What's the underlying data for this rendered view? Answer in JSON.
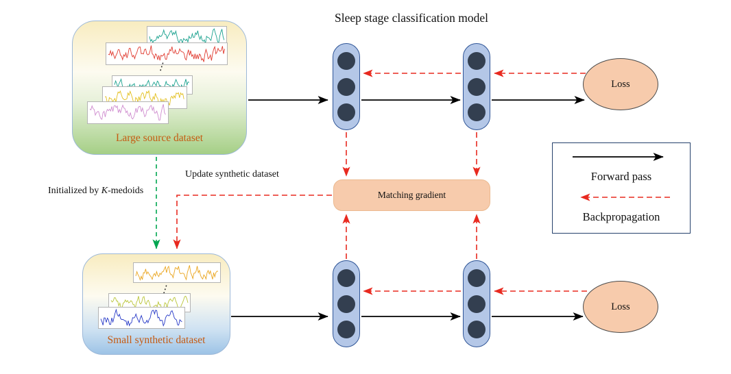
{
  "title": "Sleep stage classification model",
  "colors": {
    "forward": "#000000",
    "backprop": "#e8291f",
    "init": "#00a650",
    "node_fill": "#b4c7e7",
    "node_border": "#2f5597",
    "neuron": "#333f50",
    "peach": "#f7cbac",
    "dataset_label": "#c55a11"
  },
  "source_dataset": {
    "label": "Large source dataset",
    "ellipsis": "⋮",
    "wave_colors": [
      "#17a08d",
      "#e03a2f",
      "#17a08d",
      "#e3bf1e",
      "#cf8ccf"
    ]
  },
  "synthetic_dataset": {
    "label": "Small synthetic dataset",
    "ellipsis": "⋮",
    "wave_colors": [
      "#eaa51e",
      "#b9c437",
      "#2336c6"
    ]
  },
  "model": {
    "loss_top": "Loss",
    "loss_bottom": "Loss",
    "matching_gradient": "Matching gradient"
  },
  "annotations": {
    "update": "Update synthetic dataset",
    "init_prefix": "Initialized by ",
    "init_k": "K",
    "init_suffix": "-medoids"
  },
  "legend": {
    "forward": "Forward pass",
    "backprop": "Backpropagation"
  }
}
